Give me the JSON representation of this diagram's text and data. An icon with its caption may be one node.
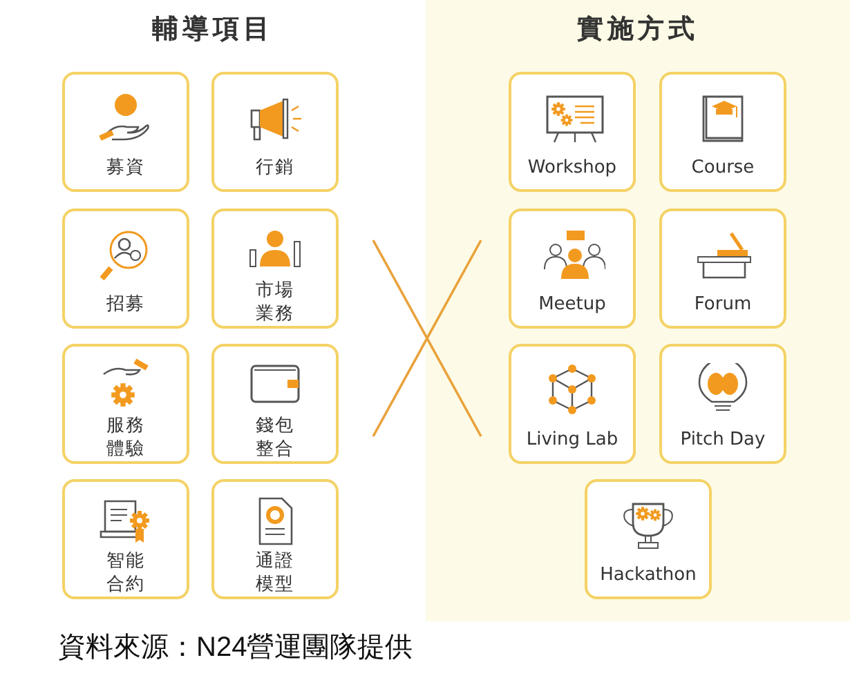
{
  "diagram": {
    "caption": "資料來源：N24營運團隊提供",
    "nodes": [
      {
        "text": [
          "輔導項目"
        ]
      },
      {
        "text": [
          "募資"
        ],
        "in": 0
      },
      {
        "text": [
          "行銷"
        ],
        "in": 0
      },
      {
        "text": [
          "招募"
        ],
        "in": 0
      },
      {
        "text": [
          "市場業務"
        ],
        "in": 0
      },
      {
        "text": [
          "服務體驗"
        ],
        "in": 0
      },
      {
        "text": [
          "錢包整合"
        ],
        "in": 0
      },
      {
        "text": [
          "智能合約"
        ],
        "in": 0
      },
      {
        "text": [
          "通證模型"
        ],
        "in": 0
      },
      {
        "text": [
          "實施方式"
        ]
      },
      {
        "text": [
          "Workshop"
        ],
        "in": 9
      },
      {
        "text": [
          "Course"
        ],
        "in": 9
      },
      {
        "text": [
          "Meetup"
        ],
        "in": 9
      },
      {
        "text": [
          "Forum"
        ],
        "in": 9
      },
      {
        "text": [
          "Living Lab"
        ],
        "in": 9
      },
      {
        "text": [
          "Pitch Day"
        ],
        "in": 9
      },
      {
        "text": [
          "Hackathon"
        ],
        "in": 9
      }
    ]
  }
}
